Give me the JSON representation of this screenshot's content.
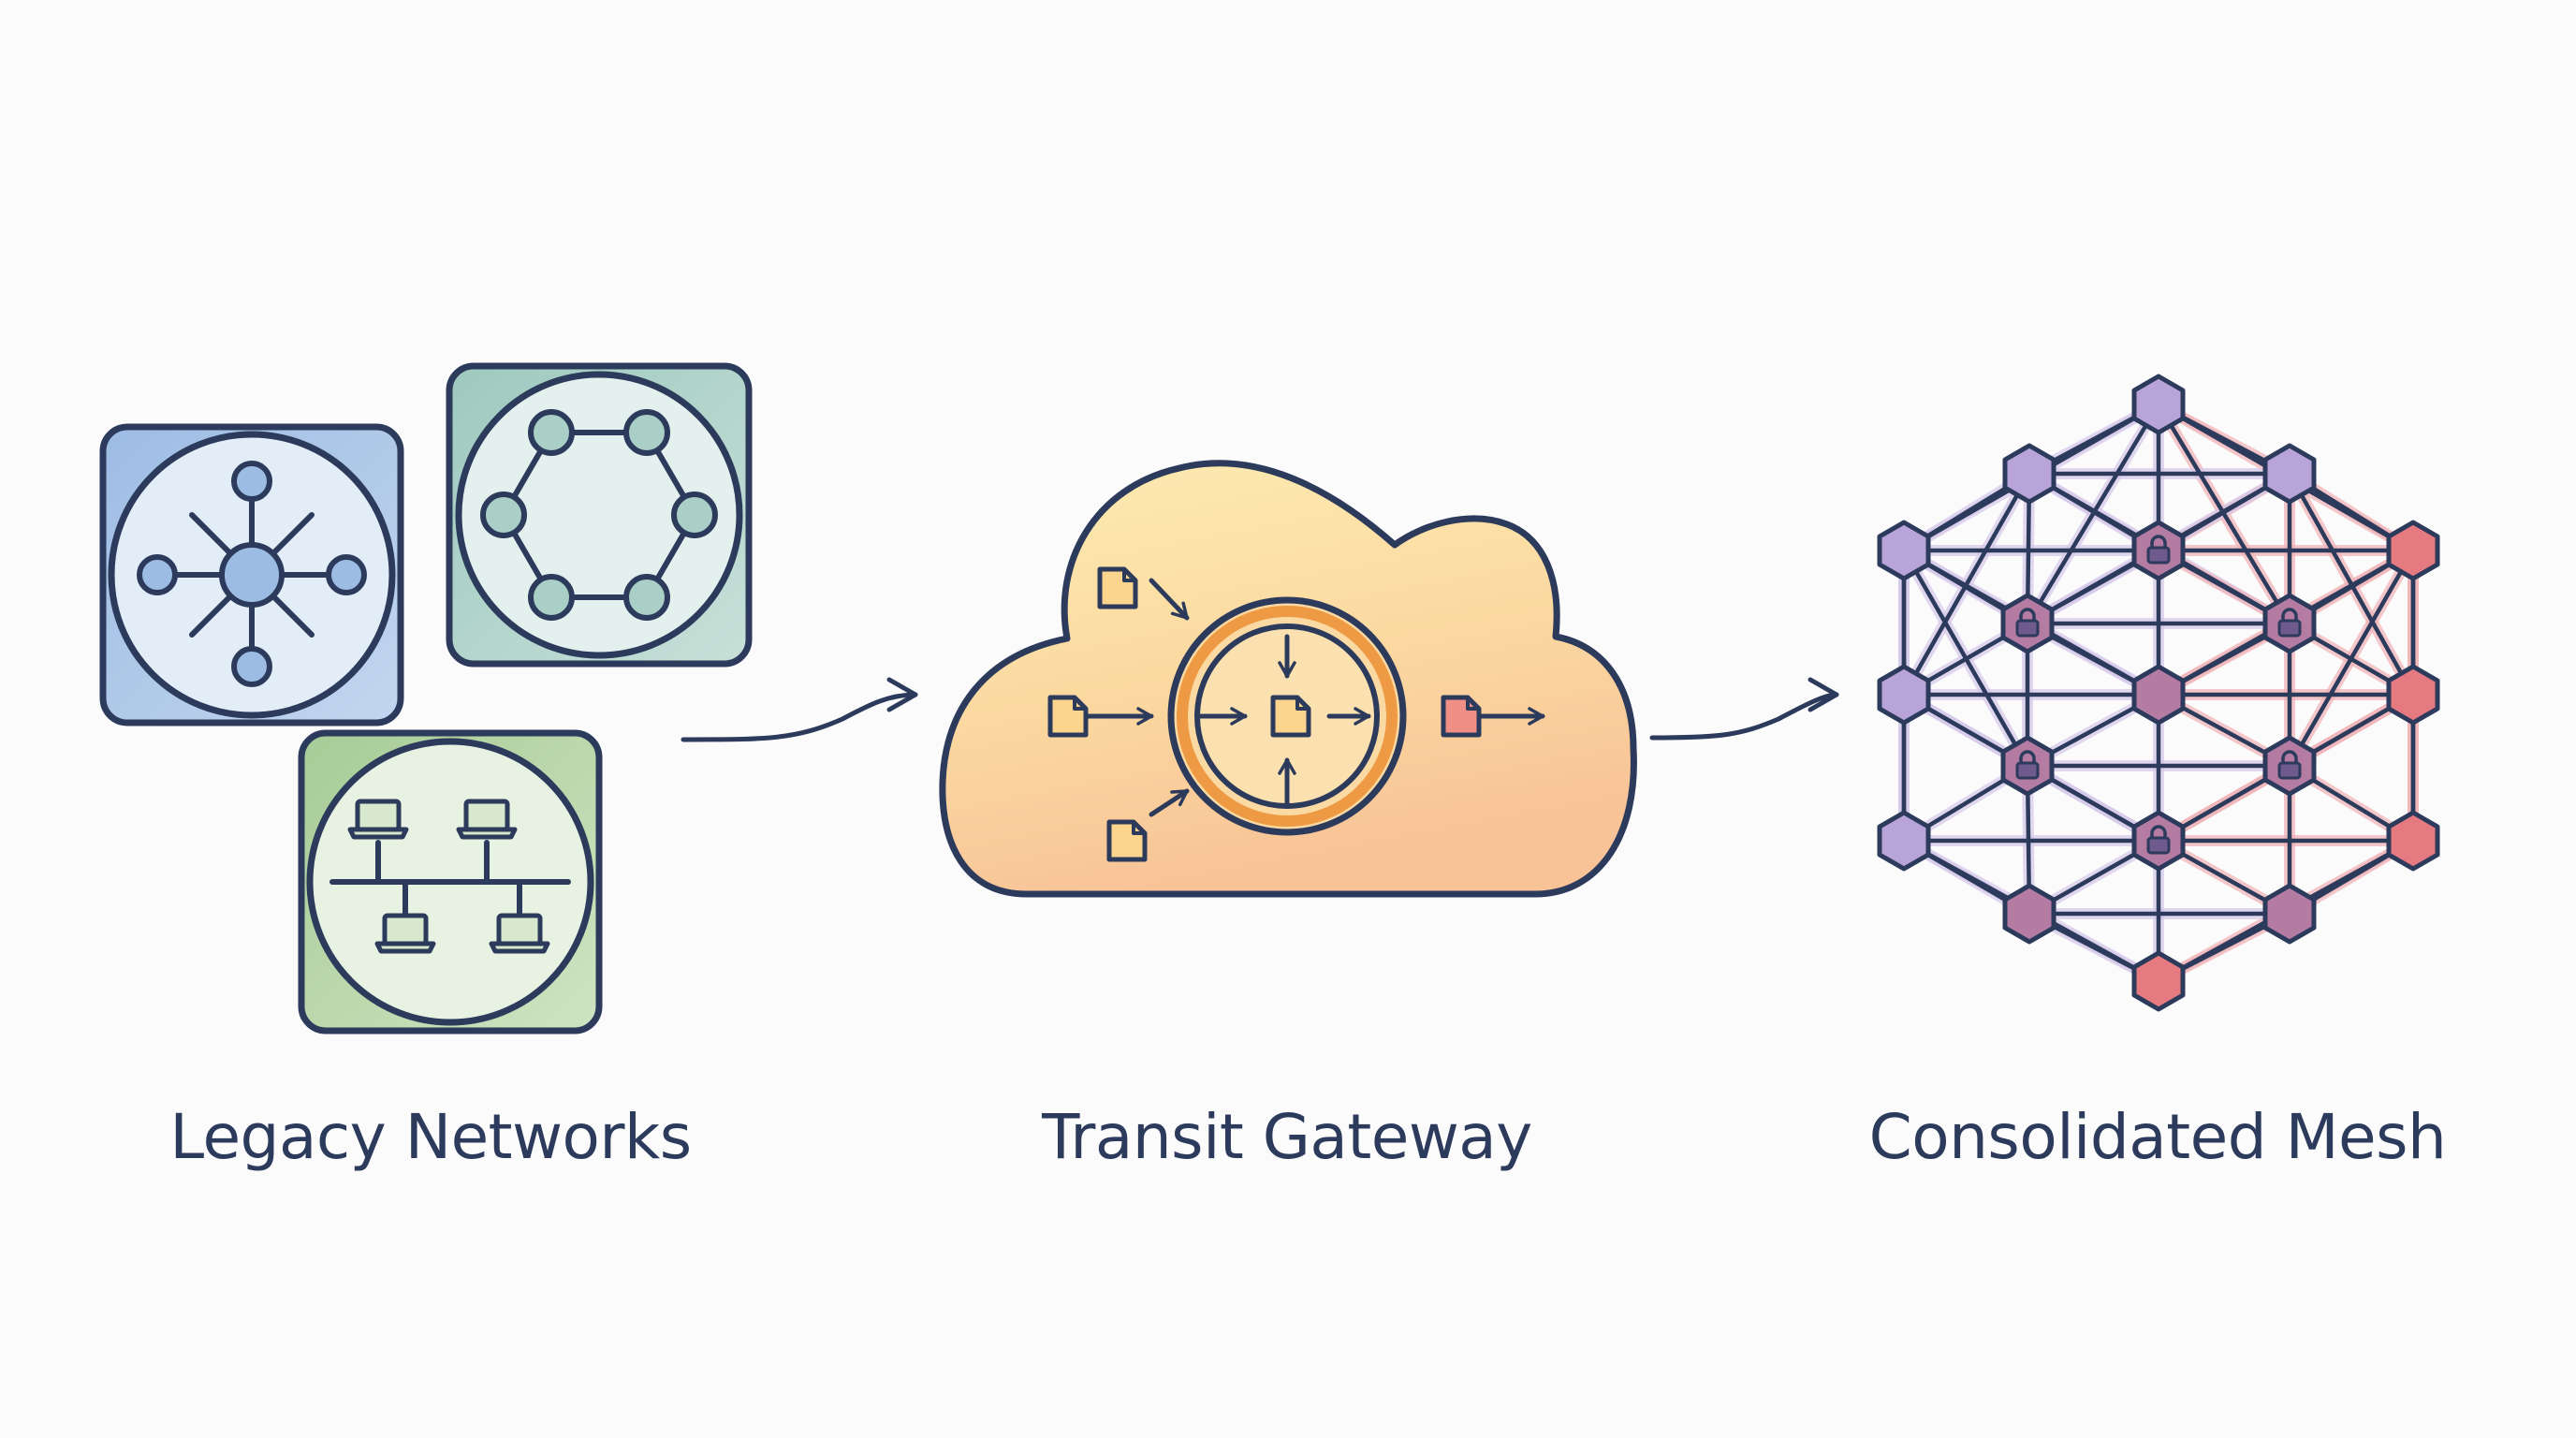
{
  "stages": [
    {
      "id": "legacy",
      "label": "Legacy Networks",
      "icon": "legacy-networks-icon"
    },
    {
      "id": "transit",
      "label": "Transit Gateway",
      "icon": "cloud-gateway-icon"
    },
    {
      "id": "mesh",
      "label": "Consolidated Mesh",
      "icon": "mesh-network-icon"
    }
  ],
  "connectors": [
    "arrow-right-icon",
    "arrow-right-icon"
  ],
  "colors": {
    "outline": "#2c3a5c",
    "blue_tile": "#a9c4e6",
    "teal_tile": "#a9cfc6",
    "green_tile": "#b2d3a4",
    "cloud_top": "#fbe5a6",
    "cloud_bottom": "#f9c596",
    "gateway_ring": "#ee9a44",
    "mesh_purple": "#b8a4d8",
    "mesh_mauve": "#b47ba3",
    "mesh_red": "#e57a80"
  }
}
